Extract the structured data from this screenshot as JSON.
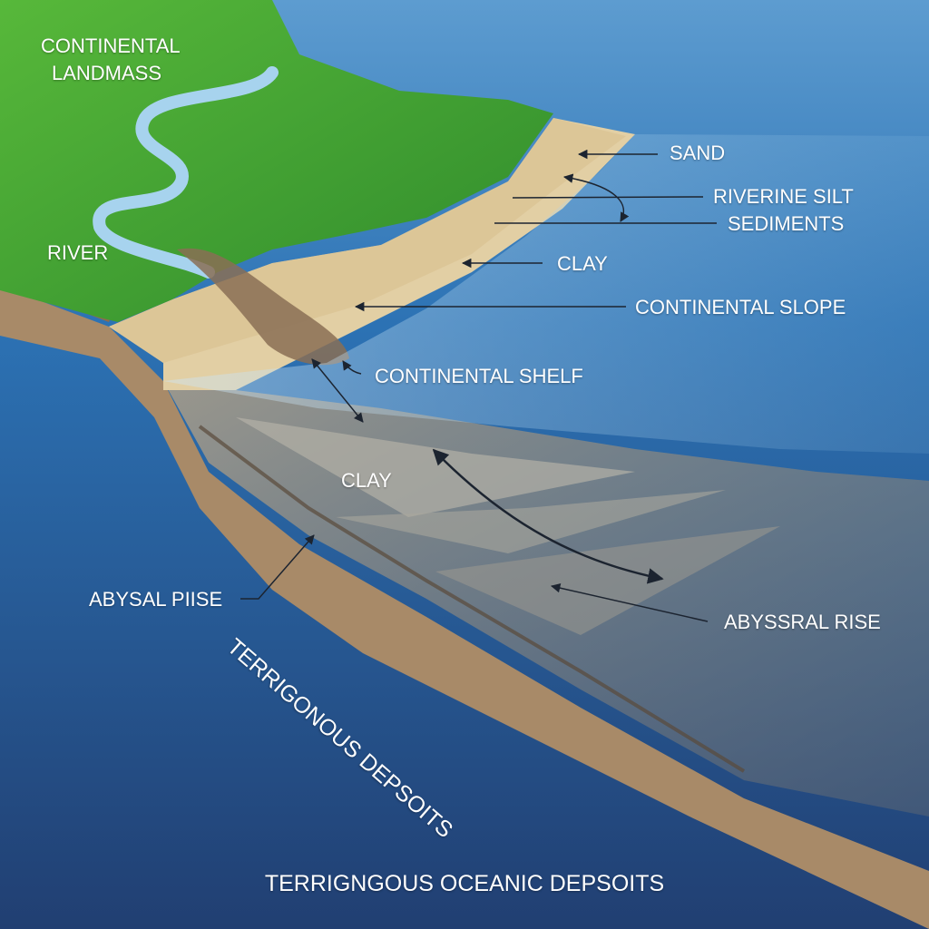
{
  "title": "TERRIGNGOUS OCEANIC DEPSOITS",
  "labels": {
    "continental_landmass_1": "CONTINENTAL",
    "continental_landmass_2": "LANDMASS",
    "river": "RIVER",
    "sand": "SAND",
    "riverine_silt": "RIVERINE SILT",
    "sediments": "SEDIMENTS",
    "clay_upper": "CLAY",
    "continental_slope": "CONTINENTAL SLOPE",
    "continental_shelf": "CONTINENTAL SHELF",
    "clay_lower": "CLAY",
    "abysal_piise": "ABYSAL PIISE",
    "terrigonous_depsoits": "TERRIGONOUS DEPSOITS",
    "abyssral_rise": "ABYSSRAL RISE"
  },
  "colors": {
    "ocean_deep": "#1f4a84",
    "ocean_mid": "#2f74b4",
    "land_green": "#4aa832",
    "sand": "#e2cfa4",
    "cliff_brown": "#a88a68",
    "sediment_gray": "#8d8b84"
  }
}
